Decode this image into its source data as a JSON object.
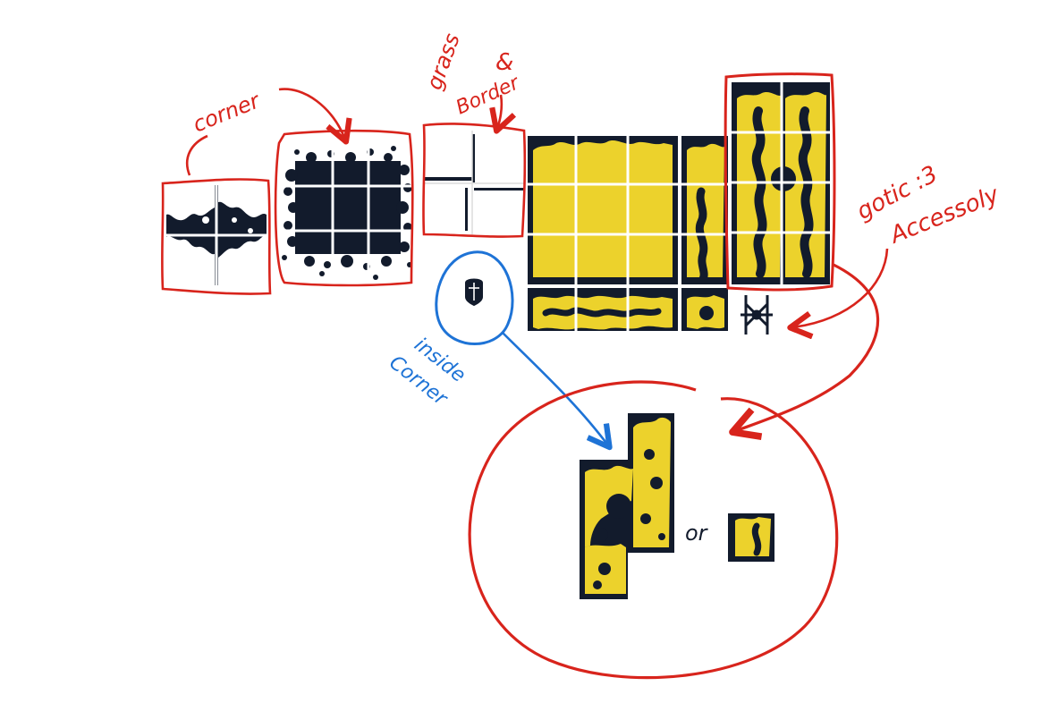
{
  "annotations": {
    "corner": "corner",
    "grass": "grass",
    "amp": "&",
    "border": "Border",
    "gotic": "gotic :3",
    "accessory": "Accessoly",
    "inside": "inside",
    "inside_corner": "Corner",
    "or": "or"
  },
  "colors": {
    "ink_red": "#d8241c",
    "ink_blue": "#1e73d6",
    "tile_dark": "#121b2c",
    "tile_yellow": "#ecd22c",
    "grid_line": "#ffffff"
  },
  "icons": {
    "shield": "shield-icon",
    "gothic_accessory": "gothic-accessory-icon"
  }
}
